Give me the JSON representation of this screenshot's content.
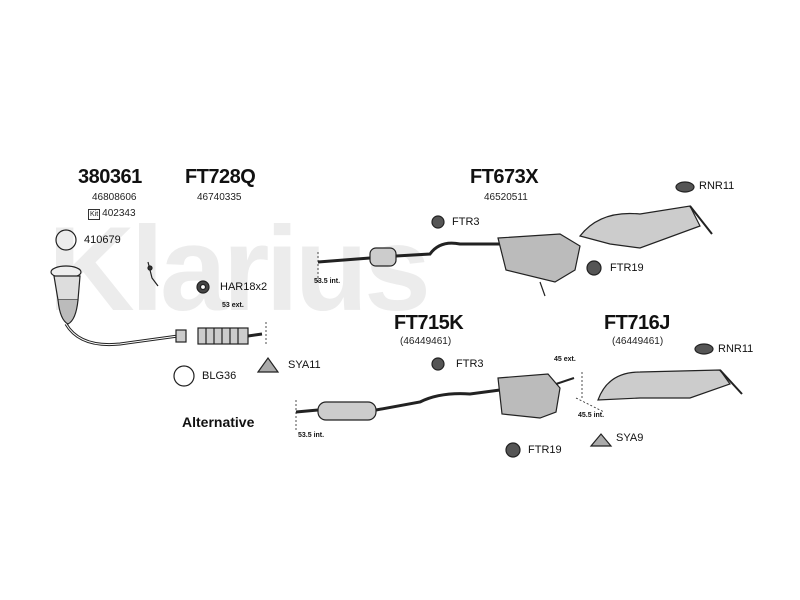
{
  "watermark": "Klarius",
  "parts": {
    "p380361": {
      "number": "380361",
      "oe": "46808606",
      "kit_tag": "Kit",
      "kit_number": "402343"
    },
    "ft728q": {
      "number": "FT728Q",
      "oe": "46740335"
    },
    "ft673x": {
      "number": "FT673X",
      "oe": "46520511"
    },
    "ft715k": {
      "number": "FT715K",
      "oe": "(46449461)"
    },
    "ft716j": {
      "number": "FT716J",
      "oe": "(46449461)"
    }
  },
  "fittings": {
    "rnr11_top": "RNR11",
    "ftr3_top": "FTR3",
    "ftr19_top": "FTR19",
    "p410679": "410679",
    "har18x2": "HAR18x2",
    "sya11": "SYA11",
    "blg36": "BLG36",
    "ftr3_bottom": "FTR3",
    "rnr11_bottom": "RNR11",
    "ftr19_bottom": "FTR19",
    "sya9": "SYA9"
  },
  "dimensions": {
    "d53_5_top": "53.5 int.",
    "d53_ext": "53 ext.",
    "d45_ext": "45 ext.",
    "d45_5_int": "45.5 int.",
    "d53_5_bottom": "53.5 int."
  },
  "alternative_label": "Alternative"
}
